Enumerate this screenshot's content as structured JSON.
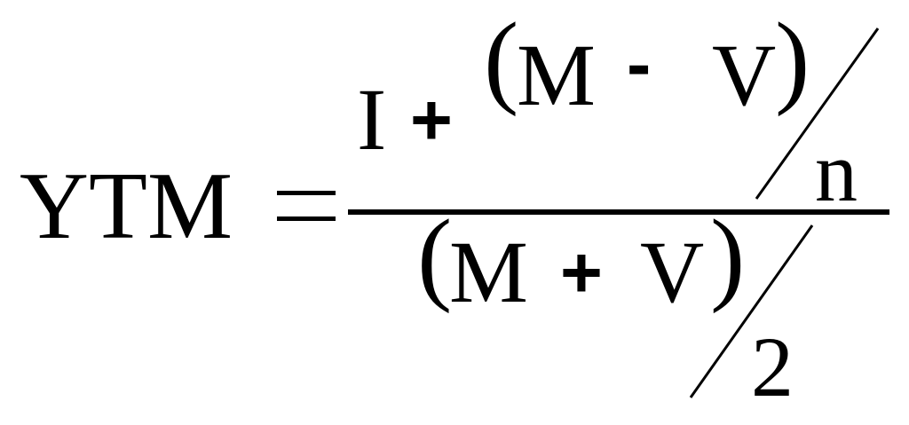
{
  "formula": {
    "lhs": "YTM",
    "equals": "=",
    "numerator": {
      "coupon": "I",
      "plus": "+",
      "open_paren": "(",
      "face_value": "M",
      "minus": "-",
      "price": "V",
      "close_paren": ")",
      "periods": "n"
    },
    "denominator": {
      "open_paren": "(",
      "face_value": "M",
      "plus": "+",
      "price": "V",
      "close_paren": ")",
      "divisor": "2"
    }
  }
}
